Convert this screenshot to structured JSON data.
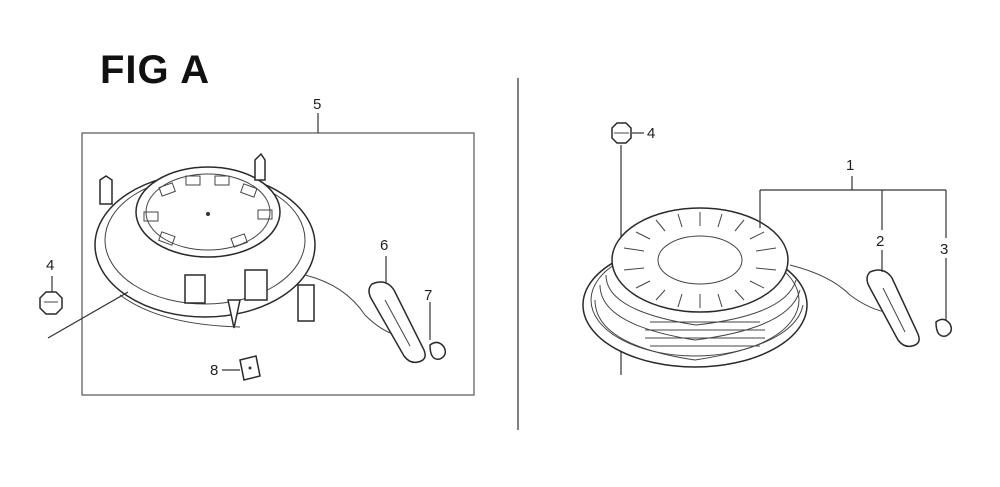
{
  "figure": {
    "title": "FIG A"
  },
  "left_panel": {
    "callouts": {
      "c4": "4",
      "c5": "5",
      "c6": "6",
      "c7": "7",
      "c8": "8"
    }
  },
  "right_panel": {
    "callouts": {
      "c1": "1",
      "c2": "2",
      "c3": "3",
      "c4": "4"
    }
  },
  "colors": {
    "line": "#333333",
    "background": "#ffffff"
  }
}
